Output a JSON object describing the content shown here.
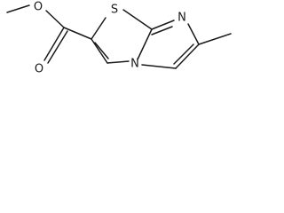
{
  "molecule": {
    "atom_labels": {
      "ester_oxygen": "O",
      "carbonyl_oxygen": "O",
      "sulfur": "S",
      "imidazole_nitrogen": "N",
      "bridgehead_nitrogen": "N"
    },
    "colors": {
      "bond": "#1a1a1a",
      "label": "#1a1a1a",
      "background": "#ffffff"
    }
  }
}
